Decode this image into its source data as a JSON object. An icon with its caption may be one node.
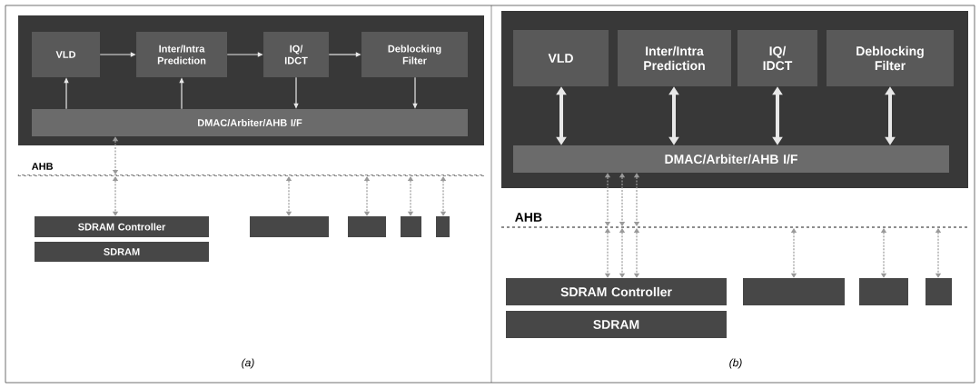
{
  "diagram": {
    "nodes": [
      {
        "text": [],
        "shape": "box"
      },
      {
        "text": [
          "VLD"
        ],
        "in": 0
      },
      {
        "text": [
          "Inter/Intra Prediction"
        ],
        "in": 0
      },
      {
        "text": [
          "IQ/ IDCT"
        ],
        "in": 0
      },
      {
        "text": [
          "Deblocking Filter"
        ],
        "in": 0
      },
      {
        "text": [
          "DMAC/Arbiter/AHB I/F"
        ],
        "in": 0
      },
      {
        "text": [
          "AHB"
        ]
      },
      {
        "text": [
          "SDRAM Controller"
        ]
      },
      {
        "text": [
          "SDRAM"
        ]
      },
      {
        "text": [],
        "shape": "box"
      },
      {
        "text": [],
        "shape": "box"
      },
      {
        "text": [],
        "shape": "box"
      },
      {
        "text": [],
        "shape": "box"
      },
      {
        "text": [],
        "shape": "box"
      },
      {
        "text": [
          "VLD"
        ],
        "in": 13
      },
      {
        "text": [
          "Inter/Intra Prediction"
        ],
        "in": 13
      },
      {
        "text": [
          "IQ/ IDCT"
        ],
        "in": 13
      },
      {
        "text": [
          "Deblocking Filter"
        ],
        "in": 13
      },
      {
        "text": [
          "DMAC/Arbiter/AHB I/F"
        ],
        "in": 13
      },
      {
        "text": [
          "AHB"
        ]
      },
      {
        "text": [
          "SDRAM Controller"
        ]
      },
      {
        "text": [
          "SDRAM"
        ]
      },
      {
        "text": [],
        "shape": "box"
      },
      {
        "text": [],
        "shape": "box"
      },
      {
        "text": [],
        "shape": "box"
      }
    ],
    "edges": [
      {
        "from": 1,
        "to": 2,
        "arrow": "to",
        "color": "#e8e8e8"
      },
      {
        "from": 2,
        "to": 3,
        "arrow": "to",
        "color": "#e8e8e8"
      },
      {
        "from": 3,
        "to": 4,
        "arrow": "to",
        "color": "#e8e8e8"
      },
      {
        "from": 5,
        "to": 1,
        "arrow": "to",
        "color": "#e8e8e8"
      },
      {
        "from": 5,
        "to": 2,
        "arrow": "to",
        "color": "#e8e8e8"
      },
      {
        "from": 3,
        "to": 5,
        "arrow": "to",
        "color": "#e8e8e8"
      },
      {
        "from": 4,
        "to": 5,
        "arrow": "to",
        "color": "#e8e8e8"
      },
      {
        "from": 5,
        "to": 6,
        "arrow": "both",
        "style": "dashed"
      },
      {
        "from": 6,
        "to": 7,
        "arrow": "both",
        "style": "dashed"
      },
      {
        "from": 6,
        "to": 9,
        "arrow": "both",
        "style": "dashed"
      },
      {
        "from": 6,
        "to": 10,
        "arrow": "both",
        "style": "dashed"
      },
      {
        "from": 6,
        "to": 11,
        "arrow": "both",
        "style": "dashed"
      },
      {
        "from": 6,
        "to": 12,
        "arrow": "both",
        "style": "dashed"
      },
      {
        "from": 14,
        "to": 18,
        "arrow": "both",
        "style": "thick",
        "color": "#e8e8e8"
      },
      {
        "from": 15,
        "to": 18,
        "arrow": "both",
        "style": "thick",
        "color": "#e8e8e8"
      },
      {
        "from": 16,
        "to": 18,
        "arrow": "both",
        "style": "thick",
        "color": "#e8e8e8"
      },
      {
        "from": 17,
        "to": 18,
        "arrow": "both",
        "style": "thick",
        "color": "#e8e8e8"
      },
      {
        "from": 18,
        "to": 19,
        "arrow": "both",
        "style": "dashed"
      },
      {
        "from": 18,
        "to": 19,
        "arrow": "both",
        "style": "dashed"
      },
      {
        "from": 18,
        "to": 19,
        "arrow": "both",
        "style": "dashed"
      },
      {
        "from": 19,
        "to": 20,
        "arrow": "both",
        "style": "dashed"
      },
      {
        "from": 19,
        "to": 20,
        "arrow": "both",
        "style": "dashed"
      },
      {
        "from": 19,
        "to": 20,
        "arrow": "both",
        "style": "dashed"
      },
      {
        "from": 19,
        "to": 22,
        "arrow": "both",
        "style": "dashed"
      },
      {
        "from": 19,
        "to": 23,
        "arrow": "both",
        "style": "dashed"
      },
      {
        "from": 19,
        "to": 24,
        "arrow": "both",
        "style": "dashed"
      }
    ],
    "labels": [
      "(a)",
      "(b)"
    ]
  }
}
